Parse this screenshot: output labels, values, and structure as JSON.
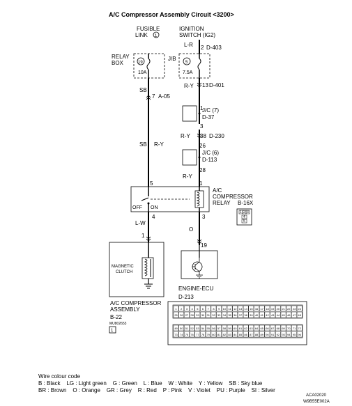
{
  "title": "A/C Compressor Assembly Circuit <3200>",
  "fusible_link": {
    "line1": "FUSIBLE",
    "line2": "LINK",
    "number": "1"
  },
  "ignition_switch": {
    "line1": "IGNITION",
    "line2": "SWITCH (IG2)"
  },
  "relay_box": {
    "line1": "RELAY",
    "line2": "BOX",
    "fuse_no": "19",
    "rating": "10A"
  },
  "jb": {
    "label": "J/B",
    "fuse_no": "5",
    "rating": "7.5A"
  },
  "wires": {
    "lr": "L-R",
    "ry1": "R-Y",
    "sb1": "SB",
    "sb2": "SB",
    "ry2": "R-Y",
    "ry3": "R-Y",
    "ry4": "R-Y",
    "lw": "L-W",
    "o": "O"
  },
  "pins": {
    "p2": "2",
    "d403": "D-403",
    "p13": "13",
    "d401": "D-401",
    "p7": "7",
    "a05": "A-05",
    "p1a": "1",
    "p3a": "3",
    "p38": "38",
    "d230": "D-230",
    "p26": "26",
    "p28": "28",
    "p5": "5",
    "p1b": "1",
    "p4": "4",
    "p3b": "3",
    "p1c": "1",
    "p19": "19"
  },
  "jc7": {
    "label": "J/C (7)",
    "conn": "D-37"
  },
  "jc6": {
    "label": "J/C (6)",
    "conn": "D-113"
  },
  "ac_relay": {
    "line1": "A/C",
    "line2": "COMPRESSOR",
    "line3": "RELAY",
    "conn": "B-16X",
    "off": "OFF",
    "on": "ON"
  },
  "relay_connector_pins": [
    "1",
    "2",
    "3",
    "4",
    "5"
  ],
  "magnetic_clutch": {
    "line1": "MAGNETIC",
    "line2": "CLUTCH"
  },
  "compressor": {
    "line1": "A/C COMPRESSOR",
    "line2": "ASSEMBLY",
    "conn": "B-22",
    "code": "MU802653",
    "badge": "1"
  },
  "engine_ecu": {
    "label": "ENGINE-ECU",
    "conn": "D-213"
  },
  "ecu_connector": {
    "row1": [
      "1",
      "2",
      "3",
      "4",
      "5",
      "6",
      "7",
      "8",
      "9",
      "10",
      "11",
      "12",
      "13",
      "14",
      "15",
      "16",
      "17",
      "18",
      "19",
      "20",
      "21",
      "22",
      "23",
      "24"
    ],
    "row2": [
      "25",
      "26",
      "27",
      "28",
      "29",
      "30",
      "31",
      "32",
      "33",
      "34",
      "35",
      "36",
      "37",
      "38",
      "39",
      "40",
      "41",
      "42",
      "43",
      "44",
      "45",
      "46",
      "47",
      "48"
    ],
    "row3": [
      "49",
      "50",
      "51",
      "52",
      "53",
      "54",
      "55",
      "56",
      "57",
      "58",
      "59",
      "60",
      "61",
      "62",
      "63",
      "64",
      "65",
      "66",
      "67",
      "68",
      "69",
      "70",
      "71",
      "72"
    ],
    "row4": [
      "73",
      "74",
      "75",
      "76",
      "77",
      "78",
      "79",
      "80",
      "81",
      "82",
      "83",
      "84",
      "85",
      "86",
      "87",
      "88",
      "89",
      "90",
      "91",
      "92",
      "93",
      "94",
      "95",
      "96"
    ]
  },
  "wire_colour_code": {
    "heading": "Wire colour code",
    "line1": "B : Black    LG : Light green    G : Green    L : Blue    W : White    Y : Yellow    SB : Sky blue",
    "line2": "BR : Brown    O : Orange    GR : Grey    R : Red    P : Pink    V : Violet    PU : Purple    SI : Silver"
  },
  "codes": {
    "code1": "ACA02020",
    "code2": "W9B55E002A"
  }
}
